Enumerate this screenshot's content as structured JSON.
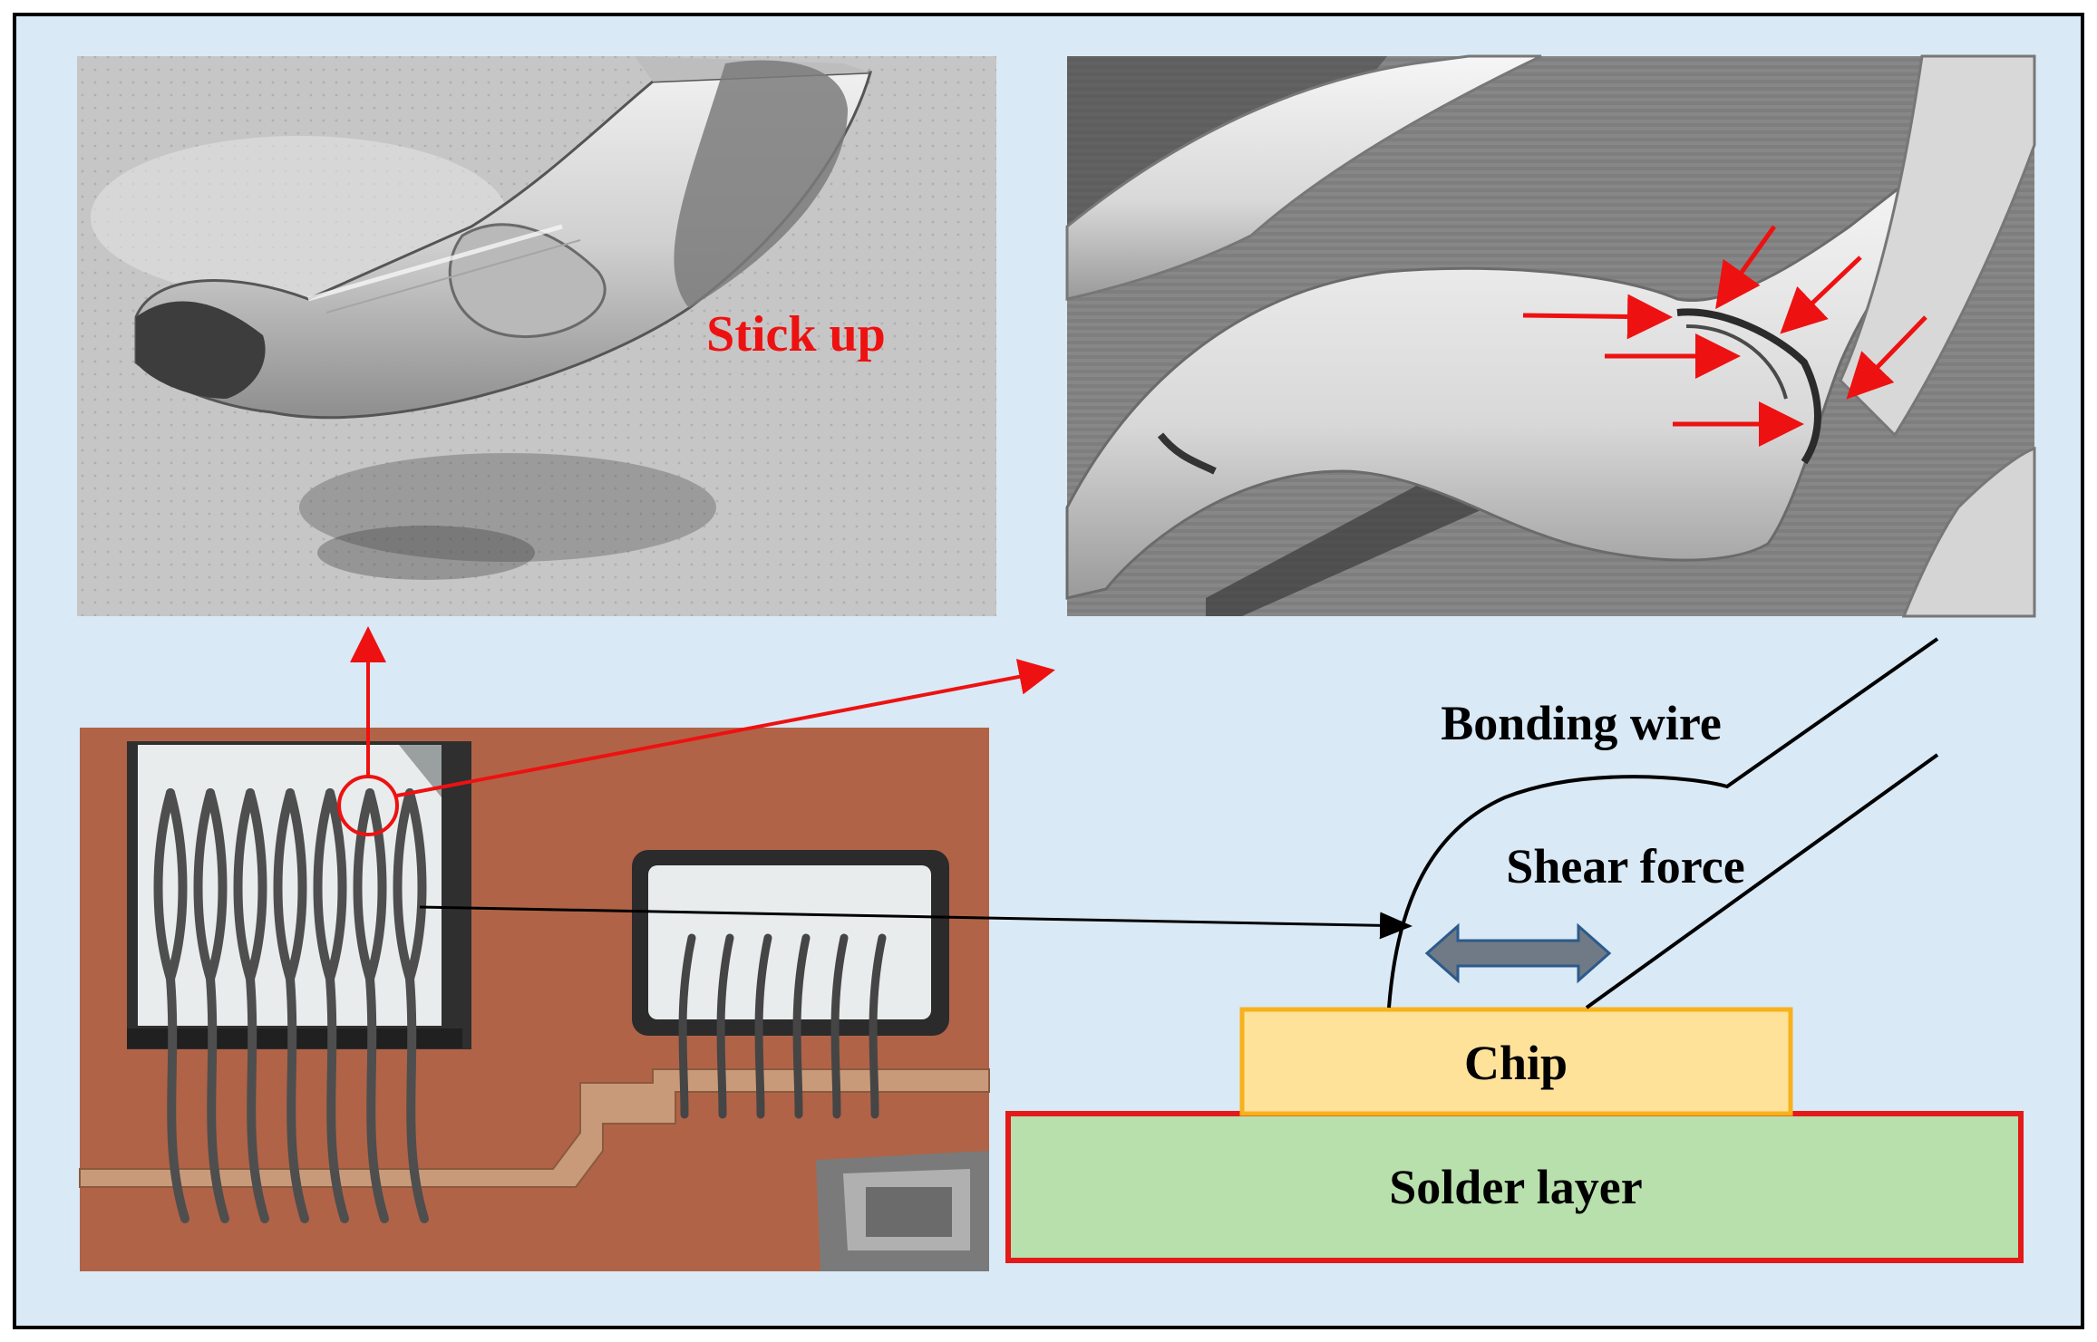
{
  "colors": {
    "panel_background": "#d9e9f6",
    "frame": "#000000",
    "annotation_red": "#ee1111",
    "chip_fill": "#fee29a",
    "chip_border": "#f7b21b",
    "solder_fill": "#b8e0ac",
    "solder_border": "#e41a1a",
    "shear_arrow_fill": "#6f7a86",
    "shear_arrow_stroke": "#2c5a8a",
    "substrate_copper": "#b4664a"
  },
  "panels": {
    "sem_left": {
      "label": "Stick up"
    },
    "sem_right": {
      "arrow_count": 6
    },
    "photo": {
      "big_chip_wires": 7,
      "small_chip_wires": 6
    }
  },
  "schematic": {
    "bonding_wire_label": "Bonding wire",
    "shear_force_label": "Shear force",
    "chip_label": "Chip",
    "solder_label": "Solder layer"
  }
}
